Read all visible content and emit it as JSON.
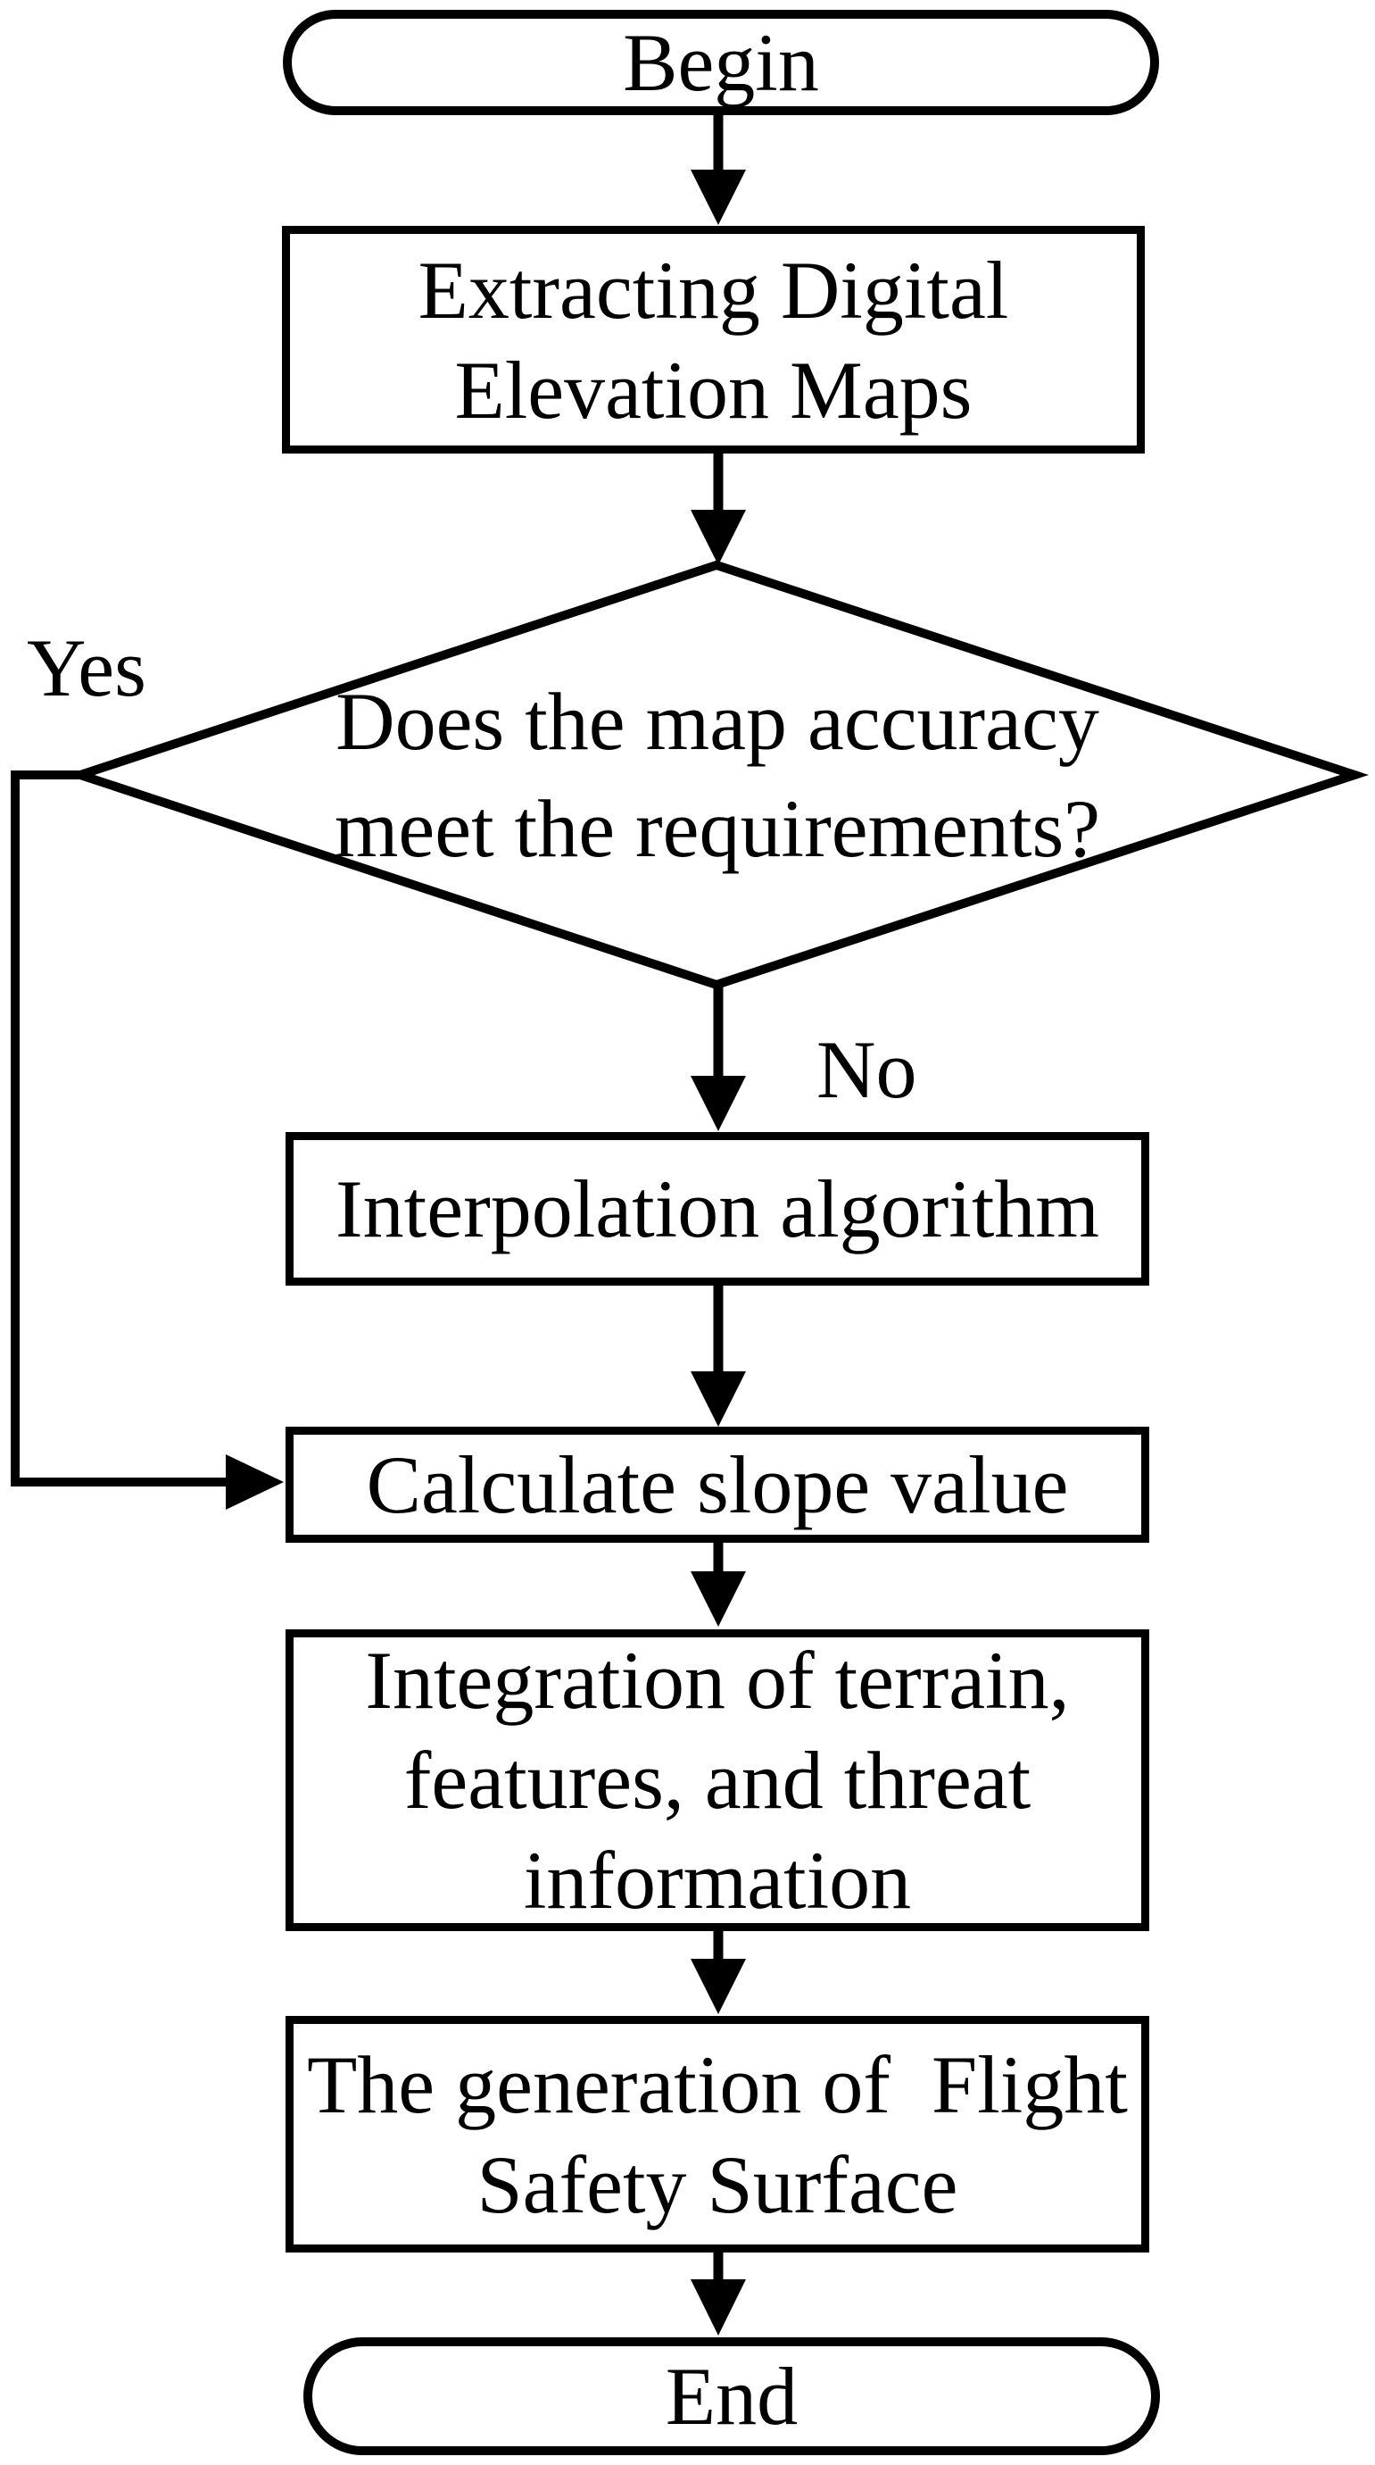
{
  "nodes": {
    "begin": {
      "label": "Begin"
    },
    "extract": {
      "line1": "Extracting Digital",
      "line2": "Elevation Maps"
    },
    "decision": {
      "line1": "Does the map accuracy",
      "line2": "meet the requirements?"
    },
    "interpolation": {
      "label": "Interpolation algorithm"
    },
    "calculate": {
      "label": "Calculate slope value"
    },
    "integration": {
      "line1": "Integration of terrain,",
      "line2": "features, and threat",
      "line3": "information"
    },
    "generation": {
      "line1": "The generation of  Flight",
      "line2": "Safety Surface"
    },
    "end": {
      "label": "End"
    }
  },
  "edge_labels": {
    "yes": "Yes",
    "no": "No"
  },
  "colors": {
    "stroke": "#000000",
    "text": "#000000",
    "background": "#ffffff"
  }
}
